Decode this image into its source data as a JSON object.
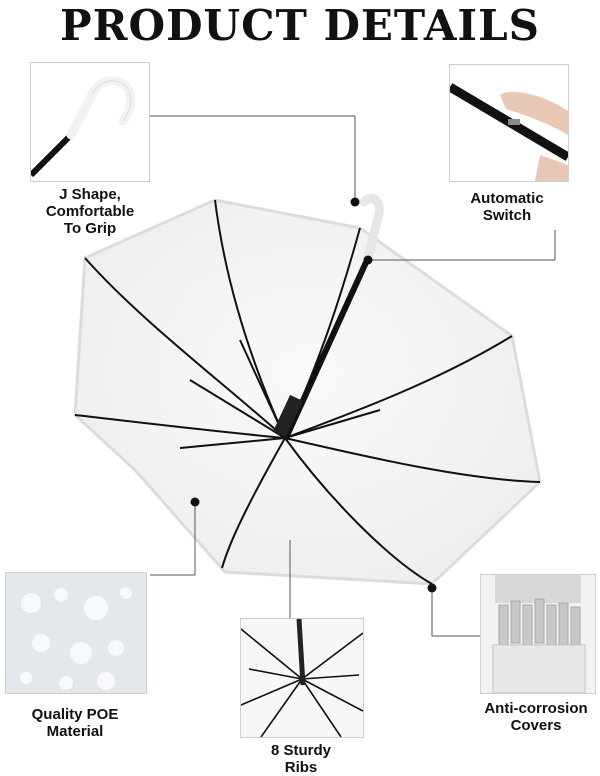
{
  "title": "PRODUCT DETAILS",
  "features": {
    "handle": {
      "line1": "J Shape,",
      "line2": "Comfortable",
      "line3": "To Grip"
    },
    "switch": {
      "line1": "Automatic",
      "line2": "Switch"
    },
    "material": {
      "line1": "Quality POE",
      "line2": "Material"
    },
    "ribs": {
      "line1": "8 Sturdy",
      "line2": "Ribs"
    },
    "covers": {
      "line1": "Anti-corrosion",
      "line2": "Covers"
    }
  }
}
